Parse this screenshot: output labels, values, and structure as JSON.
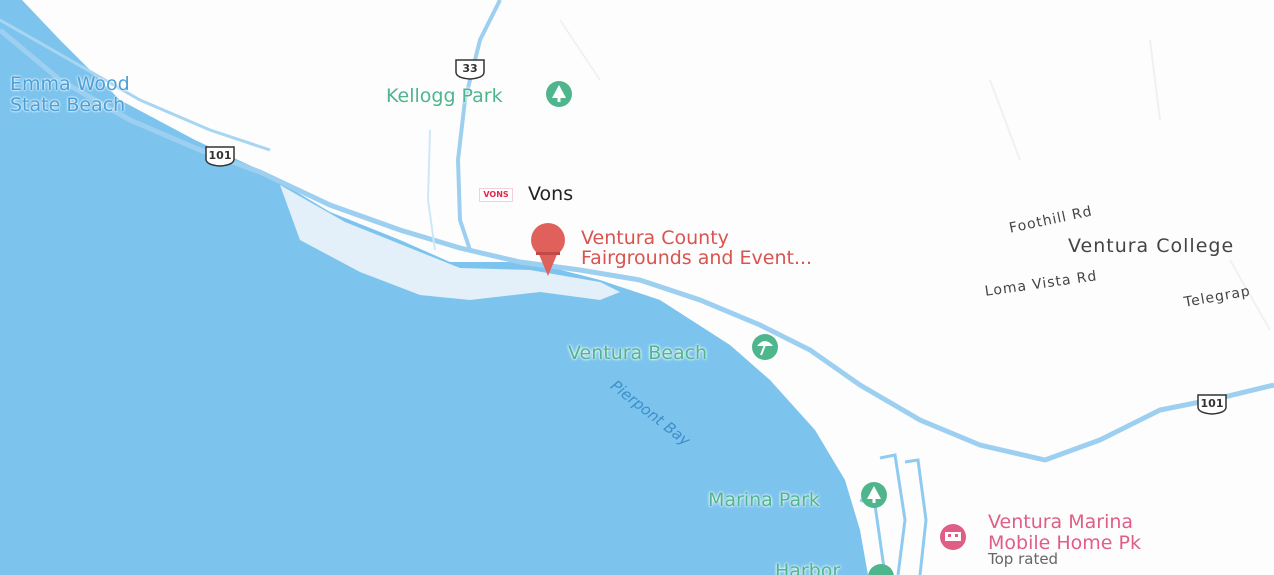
{
  "colors": {
    "water": "#7cc4ee",
    "coast": "#8fcaf0",
    "highway": "#9dd0f0",
    "park": "#4fb58c",
    "poi": "#e05e86",
    "pin": "#e0605c"
  },
  "labels": {
    "emma_wood": "Emma Wood\nState Beach",
    "kellogg_park": "Kellogg Park",
    "vons": "Vons",
    "vons_logo": "VONS",
    "fairgrounds_line1": "Ventura County",
    "fairgrounds_line2": "Fairgrounds and Event...",
    "foothill_rd": "Foothill Rd",
    "ventura_college": "Ventura College",
    "loma_vista_rd": "Loma Vista Rd",
    "telegraph": "Telegrap",
    "ventura_beach": "Ventura Beach",
    "pierpont_bay": "Pierpont Bay",
    "marina_park": "Marina Park",
    "marina_home_line1": "Ventura Marina",
    "marina_home_line2": "Mobile Home Pk",
    "top_rated": "Top rated",
    "harbor_partial": "Harbor"
  },
  "shields": {
    "route_33": "33",
    "route_101_west": "101",
    "route_101_east": "101"
  },
  "icons": {
    "kellogg": "tree-icon",
    "ventura_beach": "beach-umbrella-icon",
    "marina_park": "tree-icon",
    "marina_home": "mobile-home-icon",
    "fairgrounds": "map-pin-icon"
  }
}
